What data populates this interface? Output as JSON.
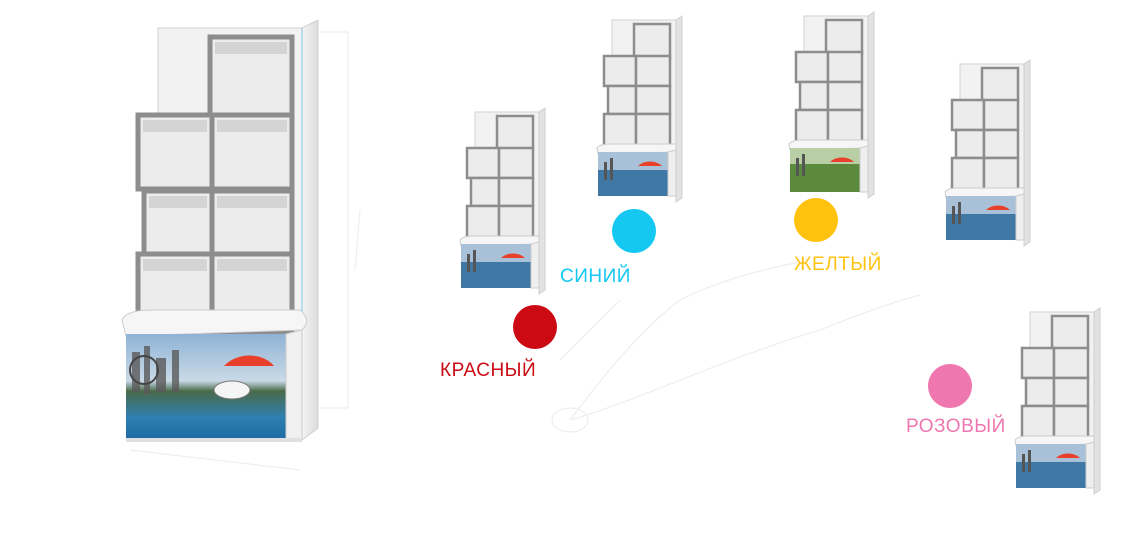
{
  "colors": {
    "red": {
      "label": "КРАСНЫЙ",
      "hex": "#cc0a14"
    },
    "blue": {
      "label": "СИНИЙ",
      "hex": "#14c8f2"
    },
    "yellow": {
      "label": "ЖЕЛТЫЙ",
      "hex": "#ffc20e"
    },
    "pink": {
      "label": "РОЗОВЫЙ",
      "hex": "#ee77b0"
    }
  }
}
